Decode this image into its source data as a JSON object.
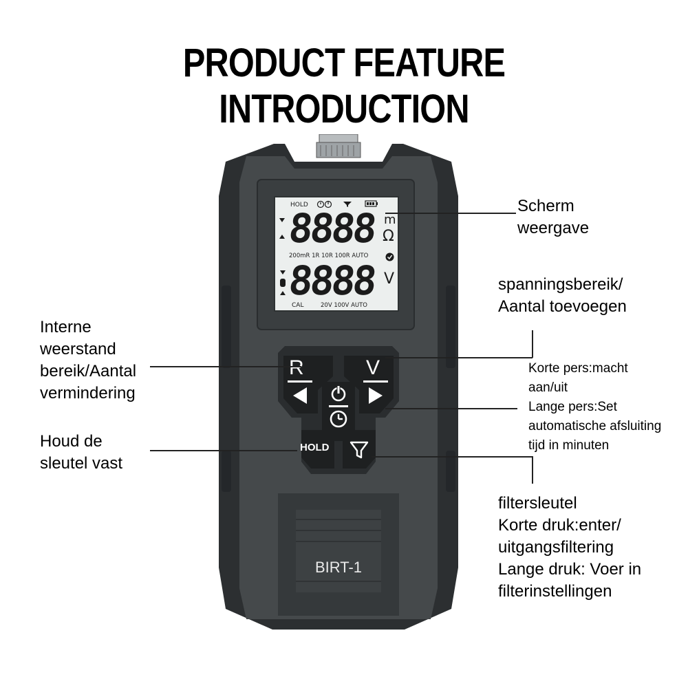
{
  "title": "PRODUCT FEATURE INTRODUCTION",
  "device": {
    "model": "BIRT-1",
    "lcd": {
      "hold": "HOLD",
      "range_row": "200mR  1R  10R  100R  AUTO",
      "volt_row_cal": "CAL",
      "volt_row_ranges": "20V  100V  AUTO",
      "upper_digits": "8888",
      "lower_digits": "8888",
      "unit_m": "m",
      "unit_ohm": "Ω",
      "unit_v": "V"
    },
    "keys": {
      "r_label": "R",
      "v_label": "V",
      "hold_label": "HOLD"
    }
  },
  "callouts": {
    "screen": [
      "Scherm",
      "weergave"
    ],
    "voltage": [
      "spanningsbereik/",
      "Aantal toevoegen"
    ],
    "power": [
      "Korte pers:macht",
      "aan/uit",
      "Lange pers:Set",
      "automatische afsluiting",
      "tijd in minuten"
    ],
    "resistance": [
      "Interne",
      "weerstand",
      "bereik/Aantal",
      "vermindering"
    ],
    "hold": [
      "Houd de",
      "sleutel vast"
    ],
    "filter": [
      "filtersleutel",
      "Korte druk:enter/",
      "uitgangsfiltering",
      "Lange druk: Voer in",
      "filterinstellingen"
    ]
  },
  "colors": {
    "body": "#45494b",
    "body_dark": "#2c2f31",
    "keys": "#1e2021",
    "lcd": "#ecefee"
  }
}
